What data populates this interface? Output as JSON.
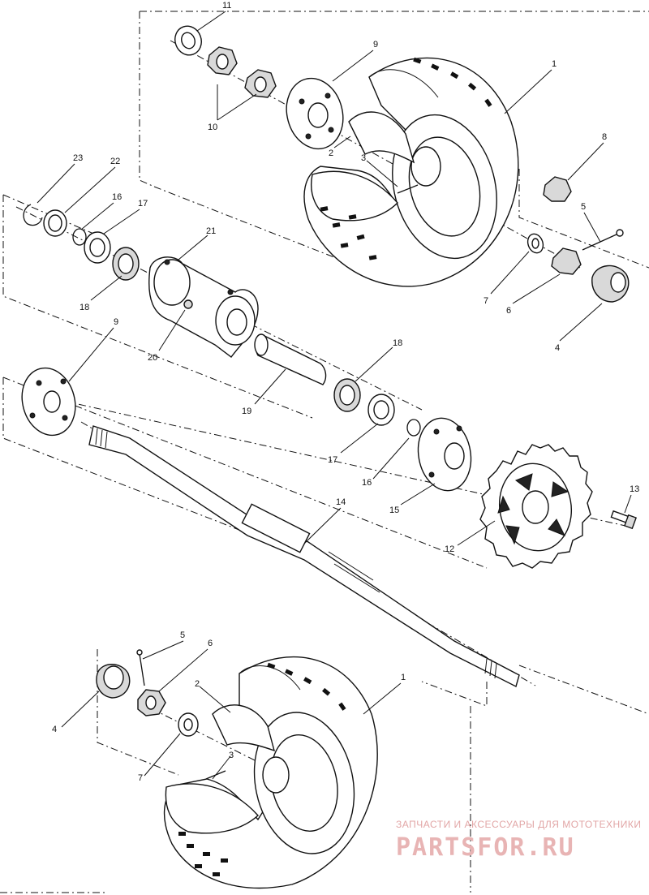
{
  "diagram": {
    "callouts": [
      {
        "id": "c-11-top",
        "text": "11"
      },
      {
        "id": "c-9-top",
        "text": "9"
      },
      {
        "id": "c-1-top",
        "text": "1"
      },
      {
        "id": "c-10-top",
        "text": "10"
      },
      {
        "id": "c-2-top",
        "text": "2"
      },
      {
        "id": "c-3-top",
        "text": "3"
      },
      {
        "id": "c-8-top",
        "text": "8"
      },
      {
        "id": "c-5-top",
        "text": "5"
      },
      {
        "id": "c-7-top",
        "text": "7"
      },
      {
        "id": "c-6-top",
        "text": "6"
      },
      {
        "id": "c-4-top",
        "text": "4"
      },
      {
        "id": "c-23",
        "text": "23"
      },
      {
        "id": "c-22",
        "text": "22"
      },
      {
        "id": "c-16-upper",
        "text": "16"
      },
      {
        "id": "c-17-upper",
        "text": "17"
      },
      {
        "id": "c-21",
        "text": "21"
      },
      {
        "id": "c-18-left",
        "text": "18"
      },
      {
        "id": "c-20",
        "text": "20"
      },
      {
        "id": "c-9-mid",
        "text": "9"
      },
      {
        "id": "c-18-right",
        "text": "18"
      },
      {
        "id": "c-19",
        "text": "19"
      },
      {
        "id": "c-17-lower",
        "text": "17"
      },
      {
        "id": "c-16-lower",
        "text": "16"
      },
      {
        "id": "c-15",
        "text": "15"
      },
      {
        "id": "c-13",
        "text": "13"
      },
      {
        "id": "c-12",
        "text": "12"
      },
      {
        "id": "c-14",
        "text": "14"
      },
      {
        "id": "c-5-bottom",
        "text": "5"
      },
      {
        "id": "c-6-bottom",
        "text": "6"
      },
      {
        "id": "c-2-bottom",
        "text": "2"
      },
      {
        "id": "c-1-bottom",
        "text": "1"
      },
      {
        "id": "c-4-bottom",
        "text": "4"
      },
      {
        "id": "c-3-bottom",
        "text": "3"
      },
      {
        "id": "c-7-bottom",
        "text": "7"
      }
    ]
  },
  "watermark": {
    "tagline": "ЗАПЧАСТИ И АКСЕССУАРЫ ДЛЯ МОТОТЕХНИКИ",
    "logo": "PARTSFOR.RU"
  }
}
